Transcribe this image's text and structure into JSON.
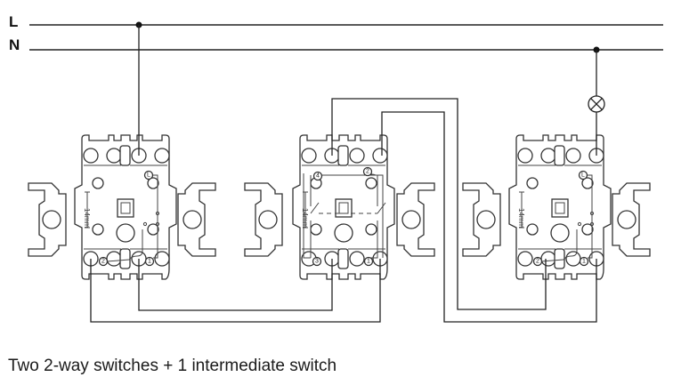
{
  "diagram": {
    "type": "wiring-diagram",
    "bus_lines": [
      {
        "id": "L",
        "label": "L"
      },
      {
        "id": "N",
        "label": "N"
      }
    ],
    "devices": [
      {
        "id": "switch-left",
        "kind": "2-way switch",
        "terminal_labels": [
          "L",
          "1",
          "2"
        ],
        "dimension_label": "14mm"
      },
      {
        "id": "switch-middle",
        "kind": "intermediate switch",
        "terminal_labels": [
          "1",
          "2",
          "3",
          "4"
        ],
        "dimension_label": "14mm"
      },
      {
        "id": "switch-right",
        "kind": "2-way switch",
        "terminal_labels": [
          "L",
          "1",
          "2"
        ],
        "dimension_label": "14mm"
      },
      {
        "id": "lamp",
        "kind": "lamp",
        "symbol": "⊗"
      }
    ],
    "connections": [
      {
        "from": "L",
        "to": "switch-left.L"
      },
      {
        "from": "switch-left.2",
        "to": "switch-middle.1"
      },
      {
        "from": "switch-left.1",
        "to": "switch-middle.3"
      },
      {
        "from": "switch-middle.4",
        "to": "switch-right.1"
      },
      {
        "from": "switch-middle.2",
        "to": "switch-right.2"
      },
      {
        "from": "switch-right.L",
        "to": "lamp"
      },
      {
        "from": "lamp",
        "to": "N"
      }
    ]
  },
  "labels": {
    "L": "L",
    "N": "N",
    "term_L": "L",
    "term_1": "1",
    "term_2": "2",
    "term_3": "3",
    "term_4": "4",
    "dim": "14mm"
  },
  "caption": "Two 2-way switches + 1 intermediate switch"
}
